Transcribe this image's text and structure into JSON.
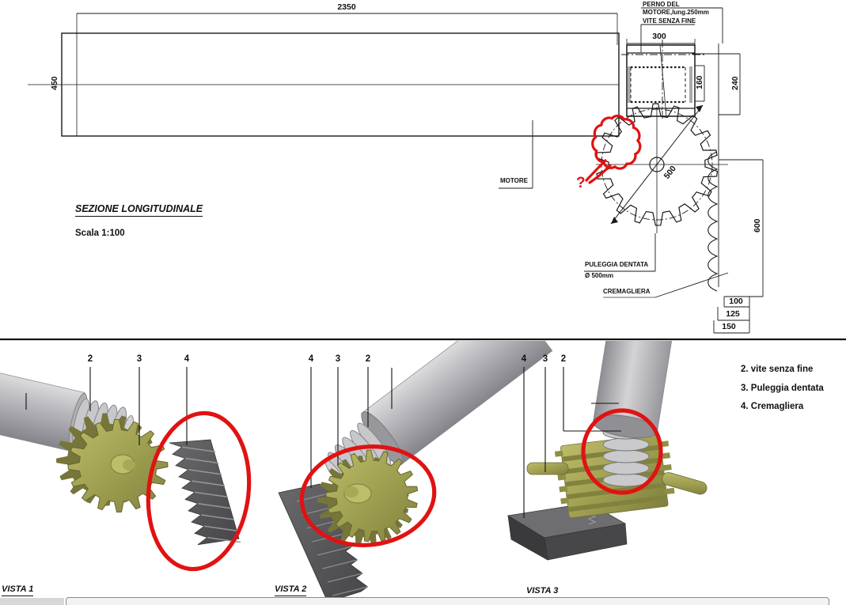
{
  "section": {
    "title": "SEZIONE LONGITUDINALE",
    "scale_note": "Scala 1:100",
    "labels": {
      "perno_line1": "PERNO DEL",
      "perno_line2": "MOTORE,lung.250mm",
      "vite": "VITE SENZA FINE",
      "motore": "MOTORE",
      "puleggia": "PULEGGIA DENTATA",
      "puleggia_dia": "Ø 500mm",
      "cremagliera": "CREMAGLIERA",
      "question": "?"
    },
    "dims": {
      "total_length": "2350",
      "beam_height": "450",
      "motor_width": "300",
      "inner_height": "160",
      "outer_height": "240",
      "pulley_dia": "500",
      "rack_height": "600",
      "step1": "100",
      "step2": "125",
      "step3": "150"
    }
  },
  "views": [
    {
      "name": "VISTA 1",
      "callouts": [
        "2",
        "3",
        "4"
      ]
    },
    {
      "name": "VISTA 2",
      "callouts": [
        "4",
        "3",
        "2"
      ]
    },
    {
      "name": "VISTA 3",
      "callouts": [
        "4",
        "3",
        "2"
      ]
    }
  ],
  "legend": {
    "items": [
      "2. vite senza fine",
      "3. Puleggia dentata",
      "4. Cremagliera"
    ]
  },
  "colors": {
    "annotation_red": "#e11212",
    "gear_olive": "#9d9d4f",
    "rack_gray": "#4c4c4e",
    "shaft_gray": "#b5b5b9"
  }
}
